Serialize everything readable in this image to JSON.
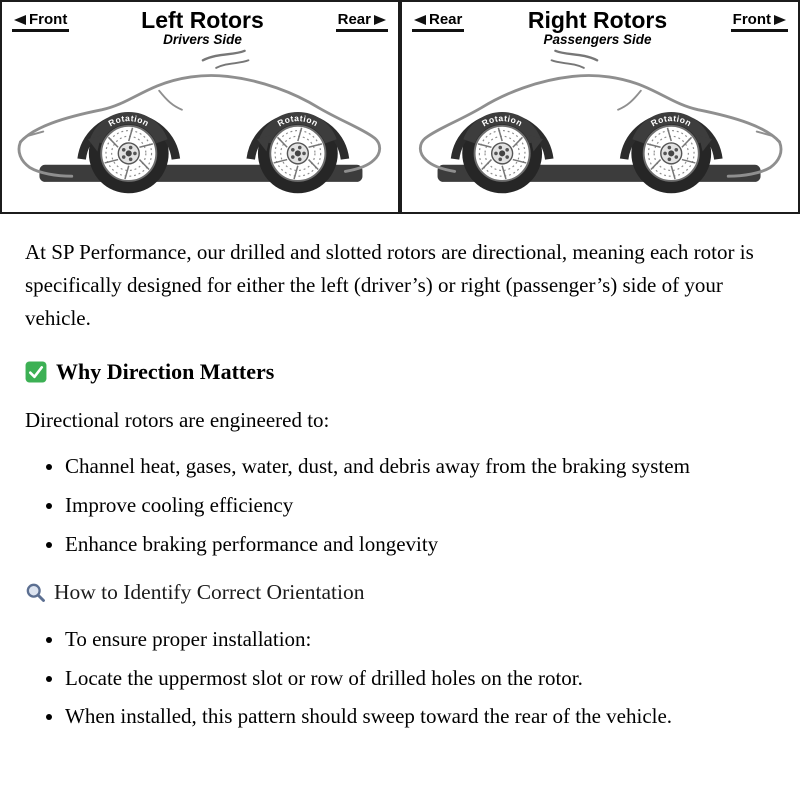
{
  "diagram": {
    "left_panel": {
      "front_label": "Front",
      "rear_label": "Rear",
      "title": "Left Rotors",
      "subtitle": "Drivers Side",
      "rotation_label": "Rotation"
    },
    "right_panel": {
      "rear_label": "Rear",
      "front_label": "Front",
      "title": "Right Rotors",
      "subtitle": "Passengers Side",
      "rotation_label": "Rotation"
    }
  },
  "content": {
    "intro": "At SP Performance, our drilled and slotted rotors are directional, meaning each rotor is specifically designed for either the left (driver’s) or right (passenger’s) side of your vehicle.",
    "why_direction": {
      "icon": "check-icon",
      "icon_color": "#3cb054",
      "heading": "Why Direction Matters",
      "lead": "Directional rotors are engineered to:",
      "bullets": [
        "Channel heat, gases, water, dust, and debris away from the braking system",
        "Improve cooling efficiency",
        "Enhance braking performance and longevity"
      ]
    },
    "identify": {
      "icon": "search-icon",
      "icon_color": "#5c6f91",
      "heading": "How to Identify Correct Orientation",
      "bullets": [
        "To ensure proper installation:",
        "Locate the uppermost slot or row of drilled holes on the rotor.",
        "When installed, this pattern should sweep toward the rear of the vehicle."
      ]
    }
  }
}
